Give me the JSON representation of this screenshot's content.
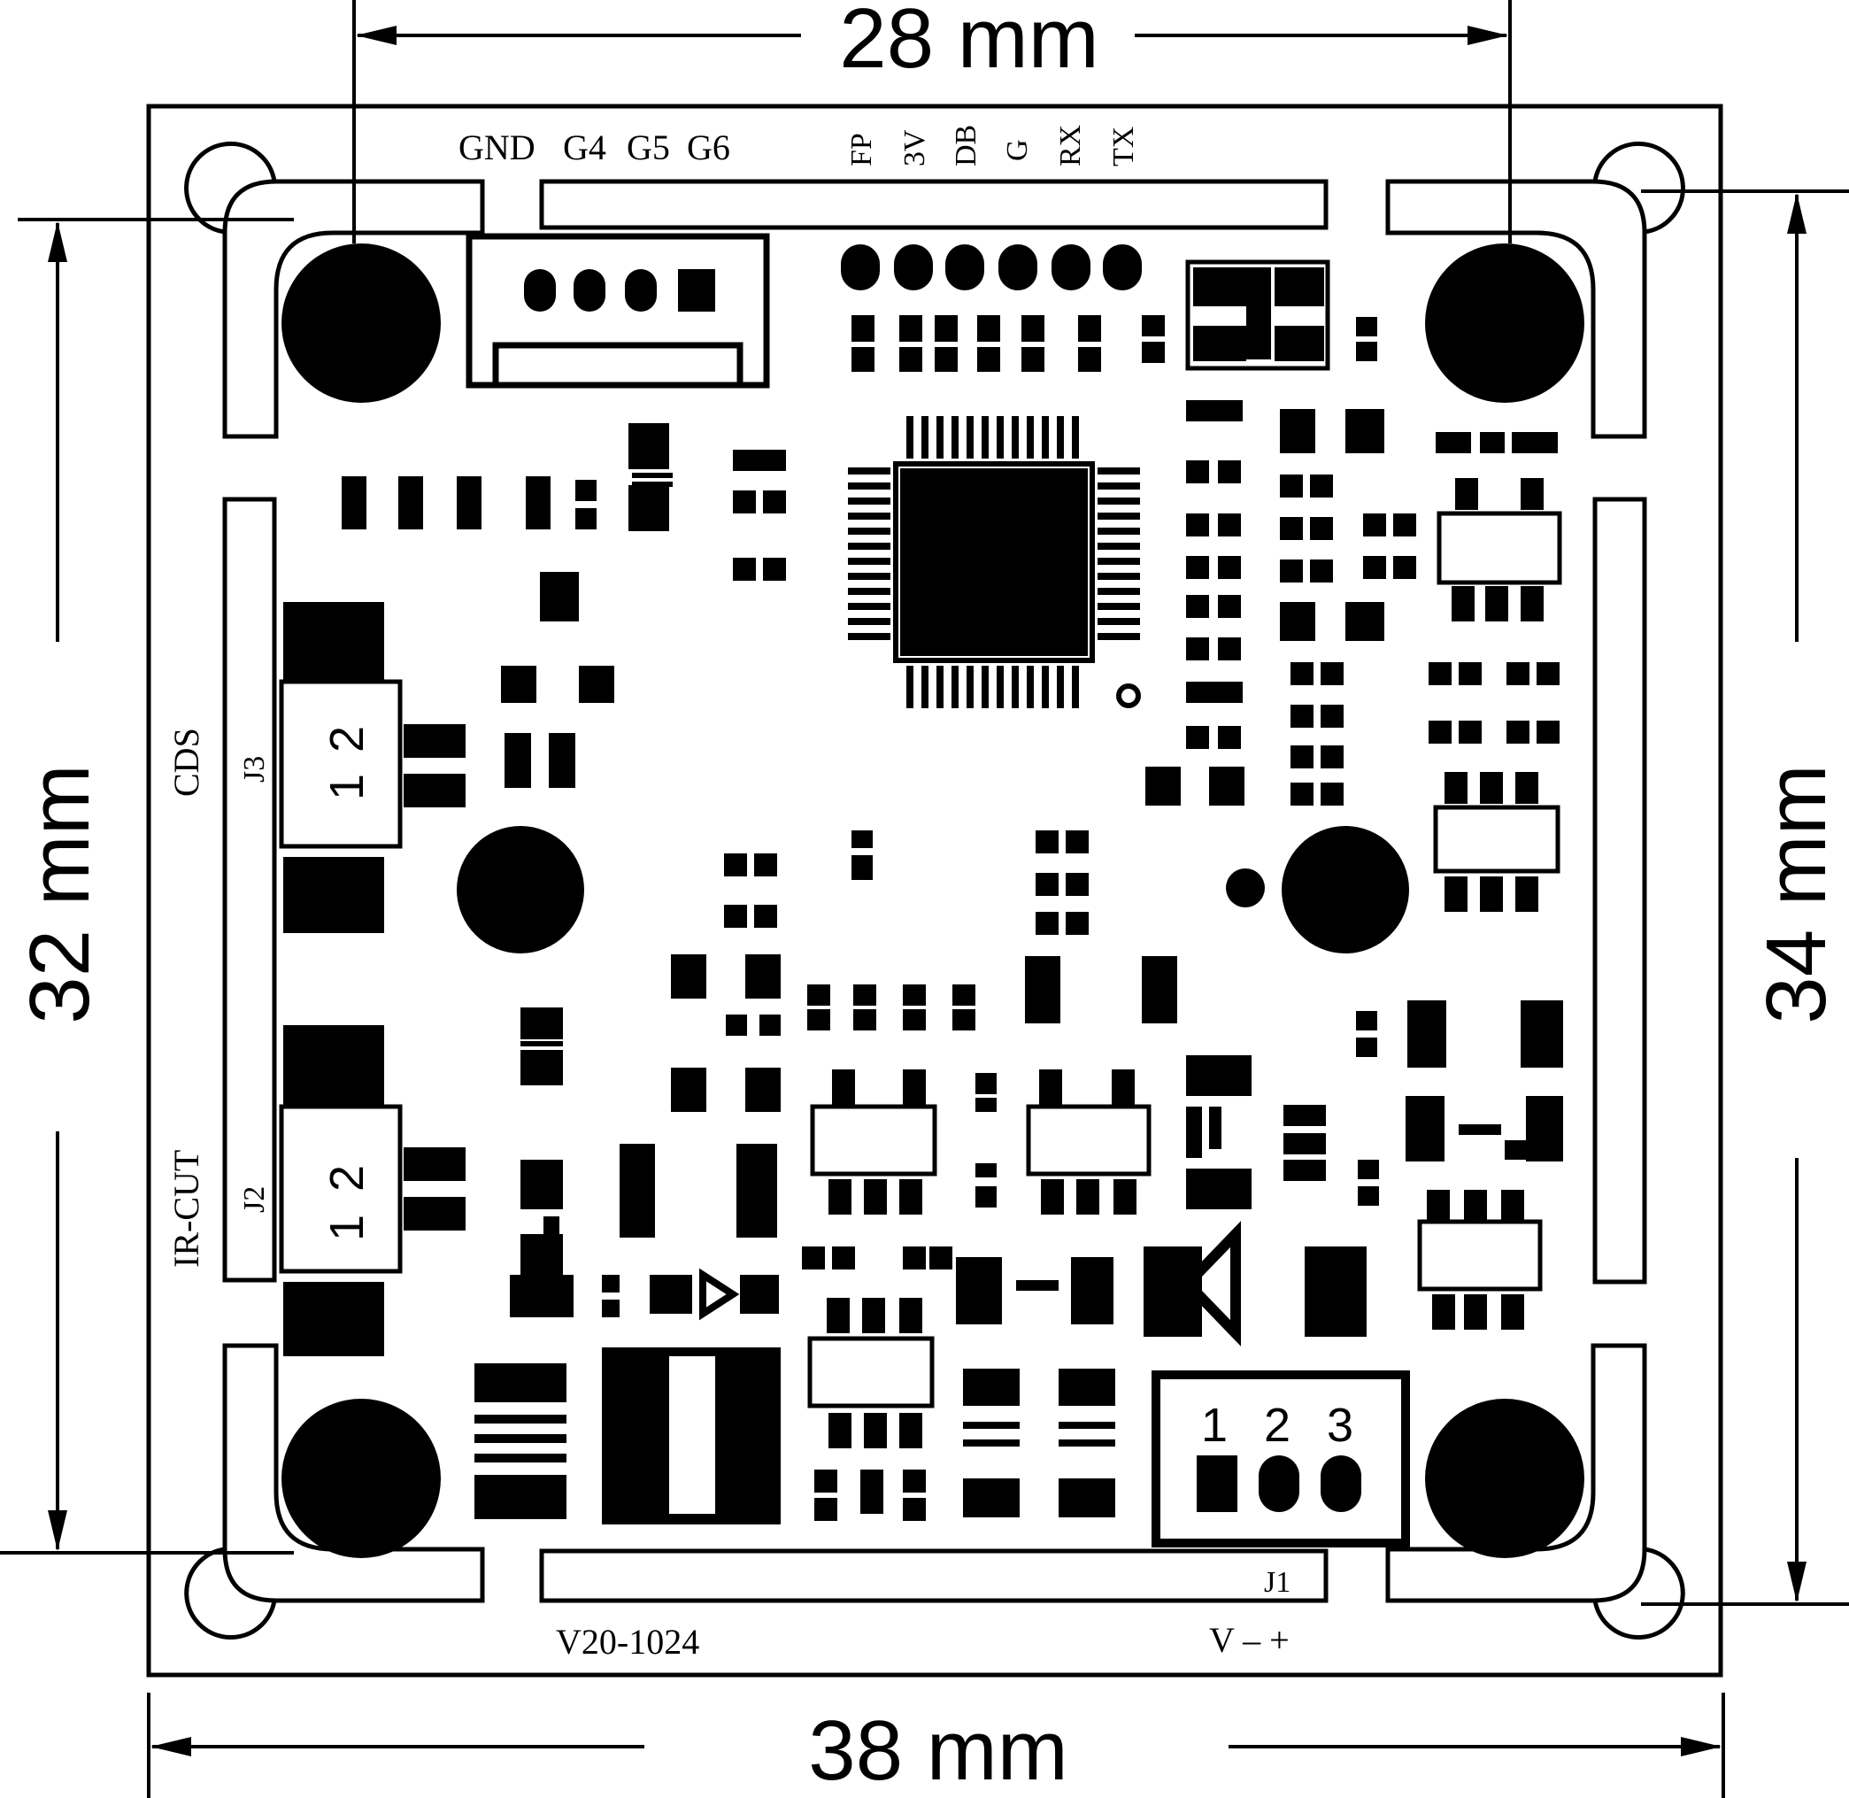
{
  "dimensions": {
    "top": "28 mm",
    "bottom": "38 mm",
    "left": "32 mm",
    "right": "34 mm"
  },
  "header_pins": {
    "left_group": [
      "GND",
      "G4",
      "G5",
      "G6"
    ],
    "right_group": [
      "FP",
      "3V",
      "DB",
      "G",
      "RX",
      "TX"
    ]
  },
  "connectors": {
    "j3": {
      "ref": "J3",
      "label": "CDS",
      "pin1": "1",
      "pin2": "2"
    },
    "j2": {
      "ref": "J2",
      "label": "IR-CUT",
      "pin1": "1",
      "pin2": "2"
    },
    "j1": {
      "ref": "J1",
      "pin1": "1",
      "pin2": "2",
      "pin3": "3",
      "polarity": "V  –  +"
    }
  },
  "board": {
    "version": "V20-1024"
  },
  "colors": {
    "ink": "#000000",
    "background": "#ffffff"
  }
}
